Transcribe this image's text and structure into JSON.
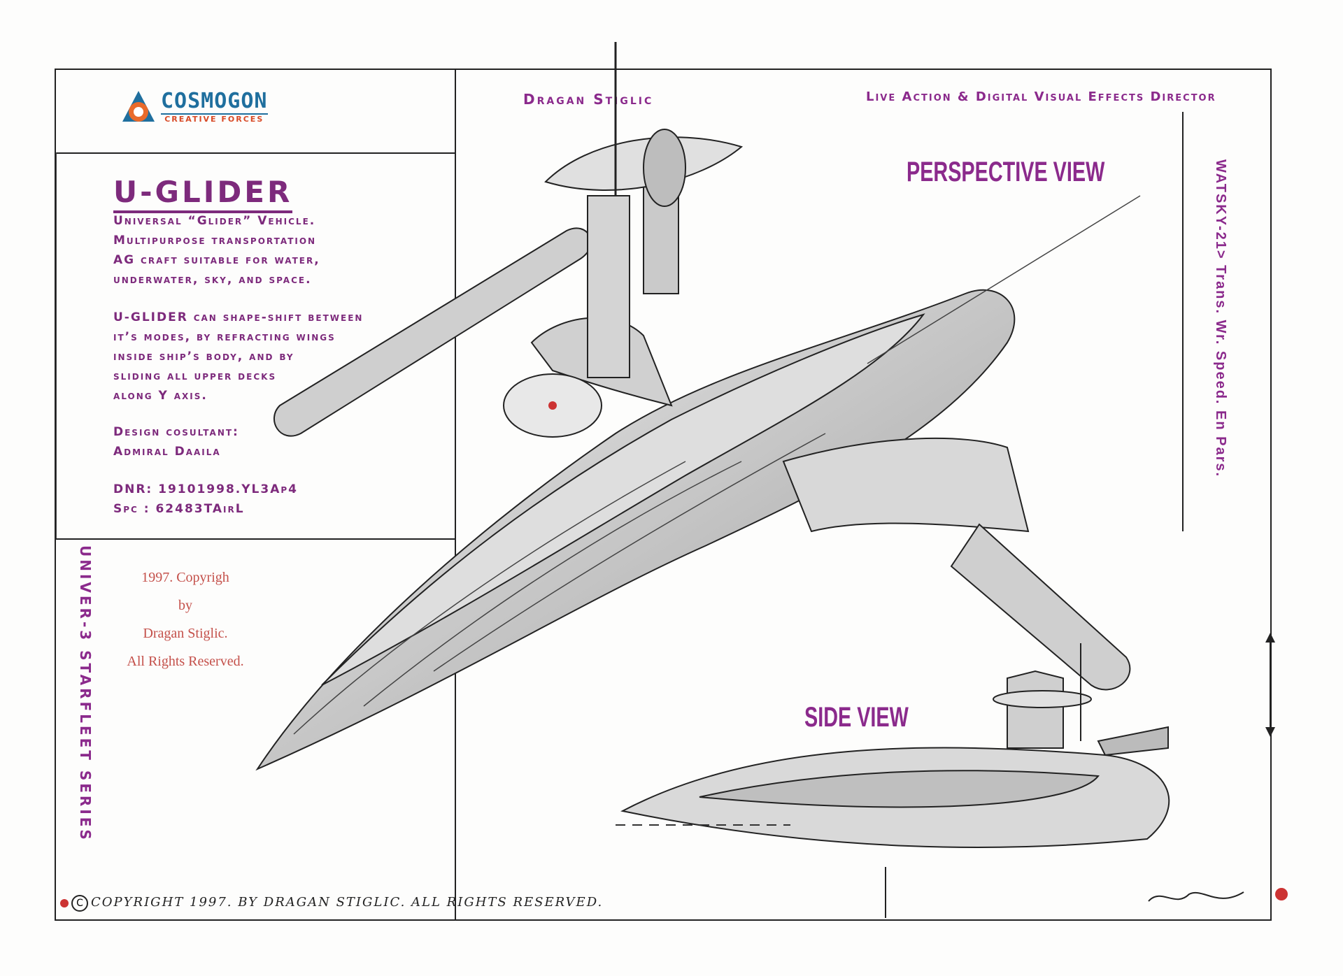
{
  "logo": {
    "name": "COSMOGON",
    "tagline": "CREATIVE FORCES"
  },
  "header": {
    "artist": "Dragan Stiglic",
    "role": "Live Action & Digital Visual Effects Director"
  },
  "vehicle": {
    "title": "U-GLIDER",
    "description": [
      "Universal “Glider” Vehicle.",
      "Multipurpose transportation",
      "AG craft suitable for water,",
      "underwater, sky, and space."
    ],
    "shape_shift": [
      "U-GLIDER can shape-shift between",
      "it’s modes, by refracting wings",
      "inside ship’s body, and by",
      "sliding all upper decks",
      "along Y axis."
    ],
    "consultant_label": "Design cosultant:",
    "consultant_name": "Admiral Daaila",
    "dnr": "DNR: 19101998.YL3Ap4",
    "spc": "Spc : 62483TAirL"
  },
  "views": {
    "perspective": "PERSPECTIVE VIEW",
    "side": "SIDE VIEW"
  },
  "side_series": "UNIVER-3 STARFLEET SERIES",
  "side_right": "WATSKY-21> Trans. Wr. Speed. En Pars.",
  "copyright_box": [
    "1997. Copyrigh",
    "by",
    "Dragan Stiglic.",
    "All Rights Reserved."
  ],
  "footer": "COPYRIGHT 1997. BY DRAGAN STIGLIC. ALL RIGHTS RESERVED.",
  "colors": {
    "accent": "#8b2a8c",
    "logo_blue": "#1f6f9e",
    "logo_orange": "#d84a26",
    "copy_red": "#c4504a"
  }
}
